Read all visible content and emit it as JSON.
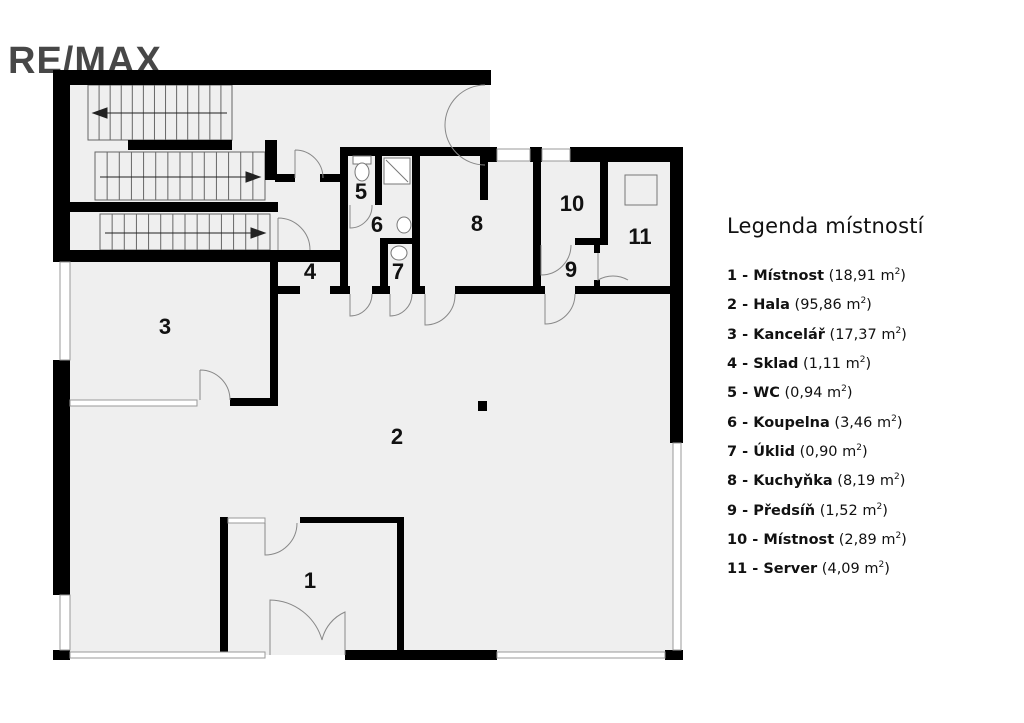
{
  "logo": "RE/MAX",
  "legend": {
    "title": "Legenda místností",
    "unit": "m",
    "items": [
      {
        "num": "1",
        "name": "Místnost",
        "area": "18,91"
      },
      {
        "num": "2",
        "name": "Hala",
        "area": "95,86"
      },
      {
        "num": "3",
        "name": "Kancelář",
        "area": "17,37"
      },
      {
        "num": "4",
        "name": "Sklad",
        "area": "1,11"
      },
      {
        "num": "5",
        "name": "WC",
        "area": "0,94"
      },
      {
        "num": "6",
        "name": "Koupelna",
        "area": "3,46"
      },
      {
        "num": "7",
        "name": "Úklid",
        "area": "0,90"
      },
      {
        "num": "8",
        "name": "Kuchyňka",
        "area": "8,19"
      },
      {
        "num": "9",
        "name": "Předsíň",
        "area": "1,52"
      },
      {
        "num": "10",
        "name": "Místnost",
        "area": "2,89"
      },
      {
        "num": "11",
        "name": "Server",
        "area": "4,09"
      }
    ]
  },
  "colors": {
    "wall": "#000000",
    "floor": "#efefef",
    "logo": "#474747"
  }
}
